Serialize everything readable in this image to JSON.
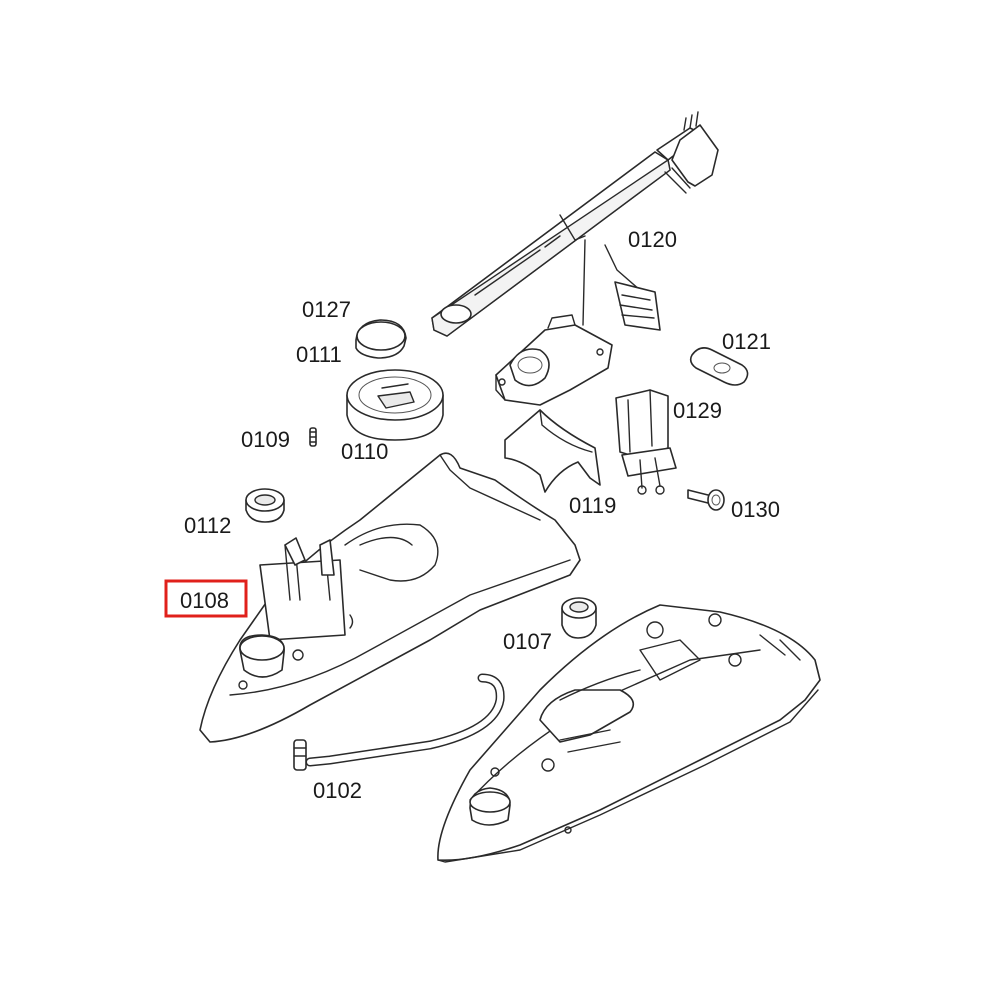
{
  "diagram": {
    "highlight_color": "#e0201b",
    "highlighted_part": "0108",
    "labels": {
      "p0120": "0120",
      "p0127": "0127",
      "p0111": "0111",
      "p0121": "0121",
      "p0109": "0109",
      "p0110": "0110",
      "p0129": "0129",
      "p0119": "0119",
      "p0130": "0130",
      "p0112": "0112",
      "p0108": "0108",
      "p0107": "0107",
      "p0102": "0102"
    }
  }
}
